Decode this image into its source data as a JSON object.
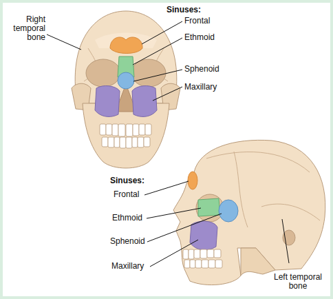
{
  "diagram": {
    "labels": [
      "Right temporal bone",
      "Sinuses:",
      "Frontal",
      "Ethmoid",
      "Sphenoid",
      "Maxillary",
      "Sinuses:",
      "Frontal",
      "Ethmoid",
      "Sphenoid",
      "Maxillary",
      "Left temporal bone"
    ]
  }
}
